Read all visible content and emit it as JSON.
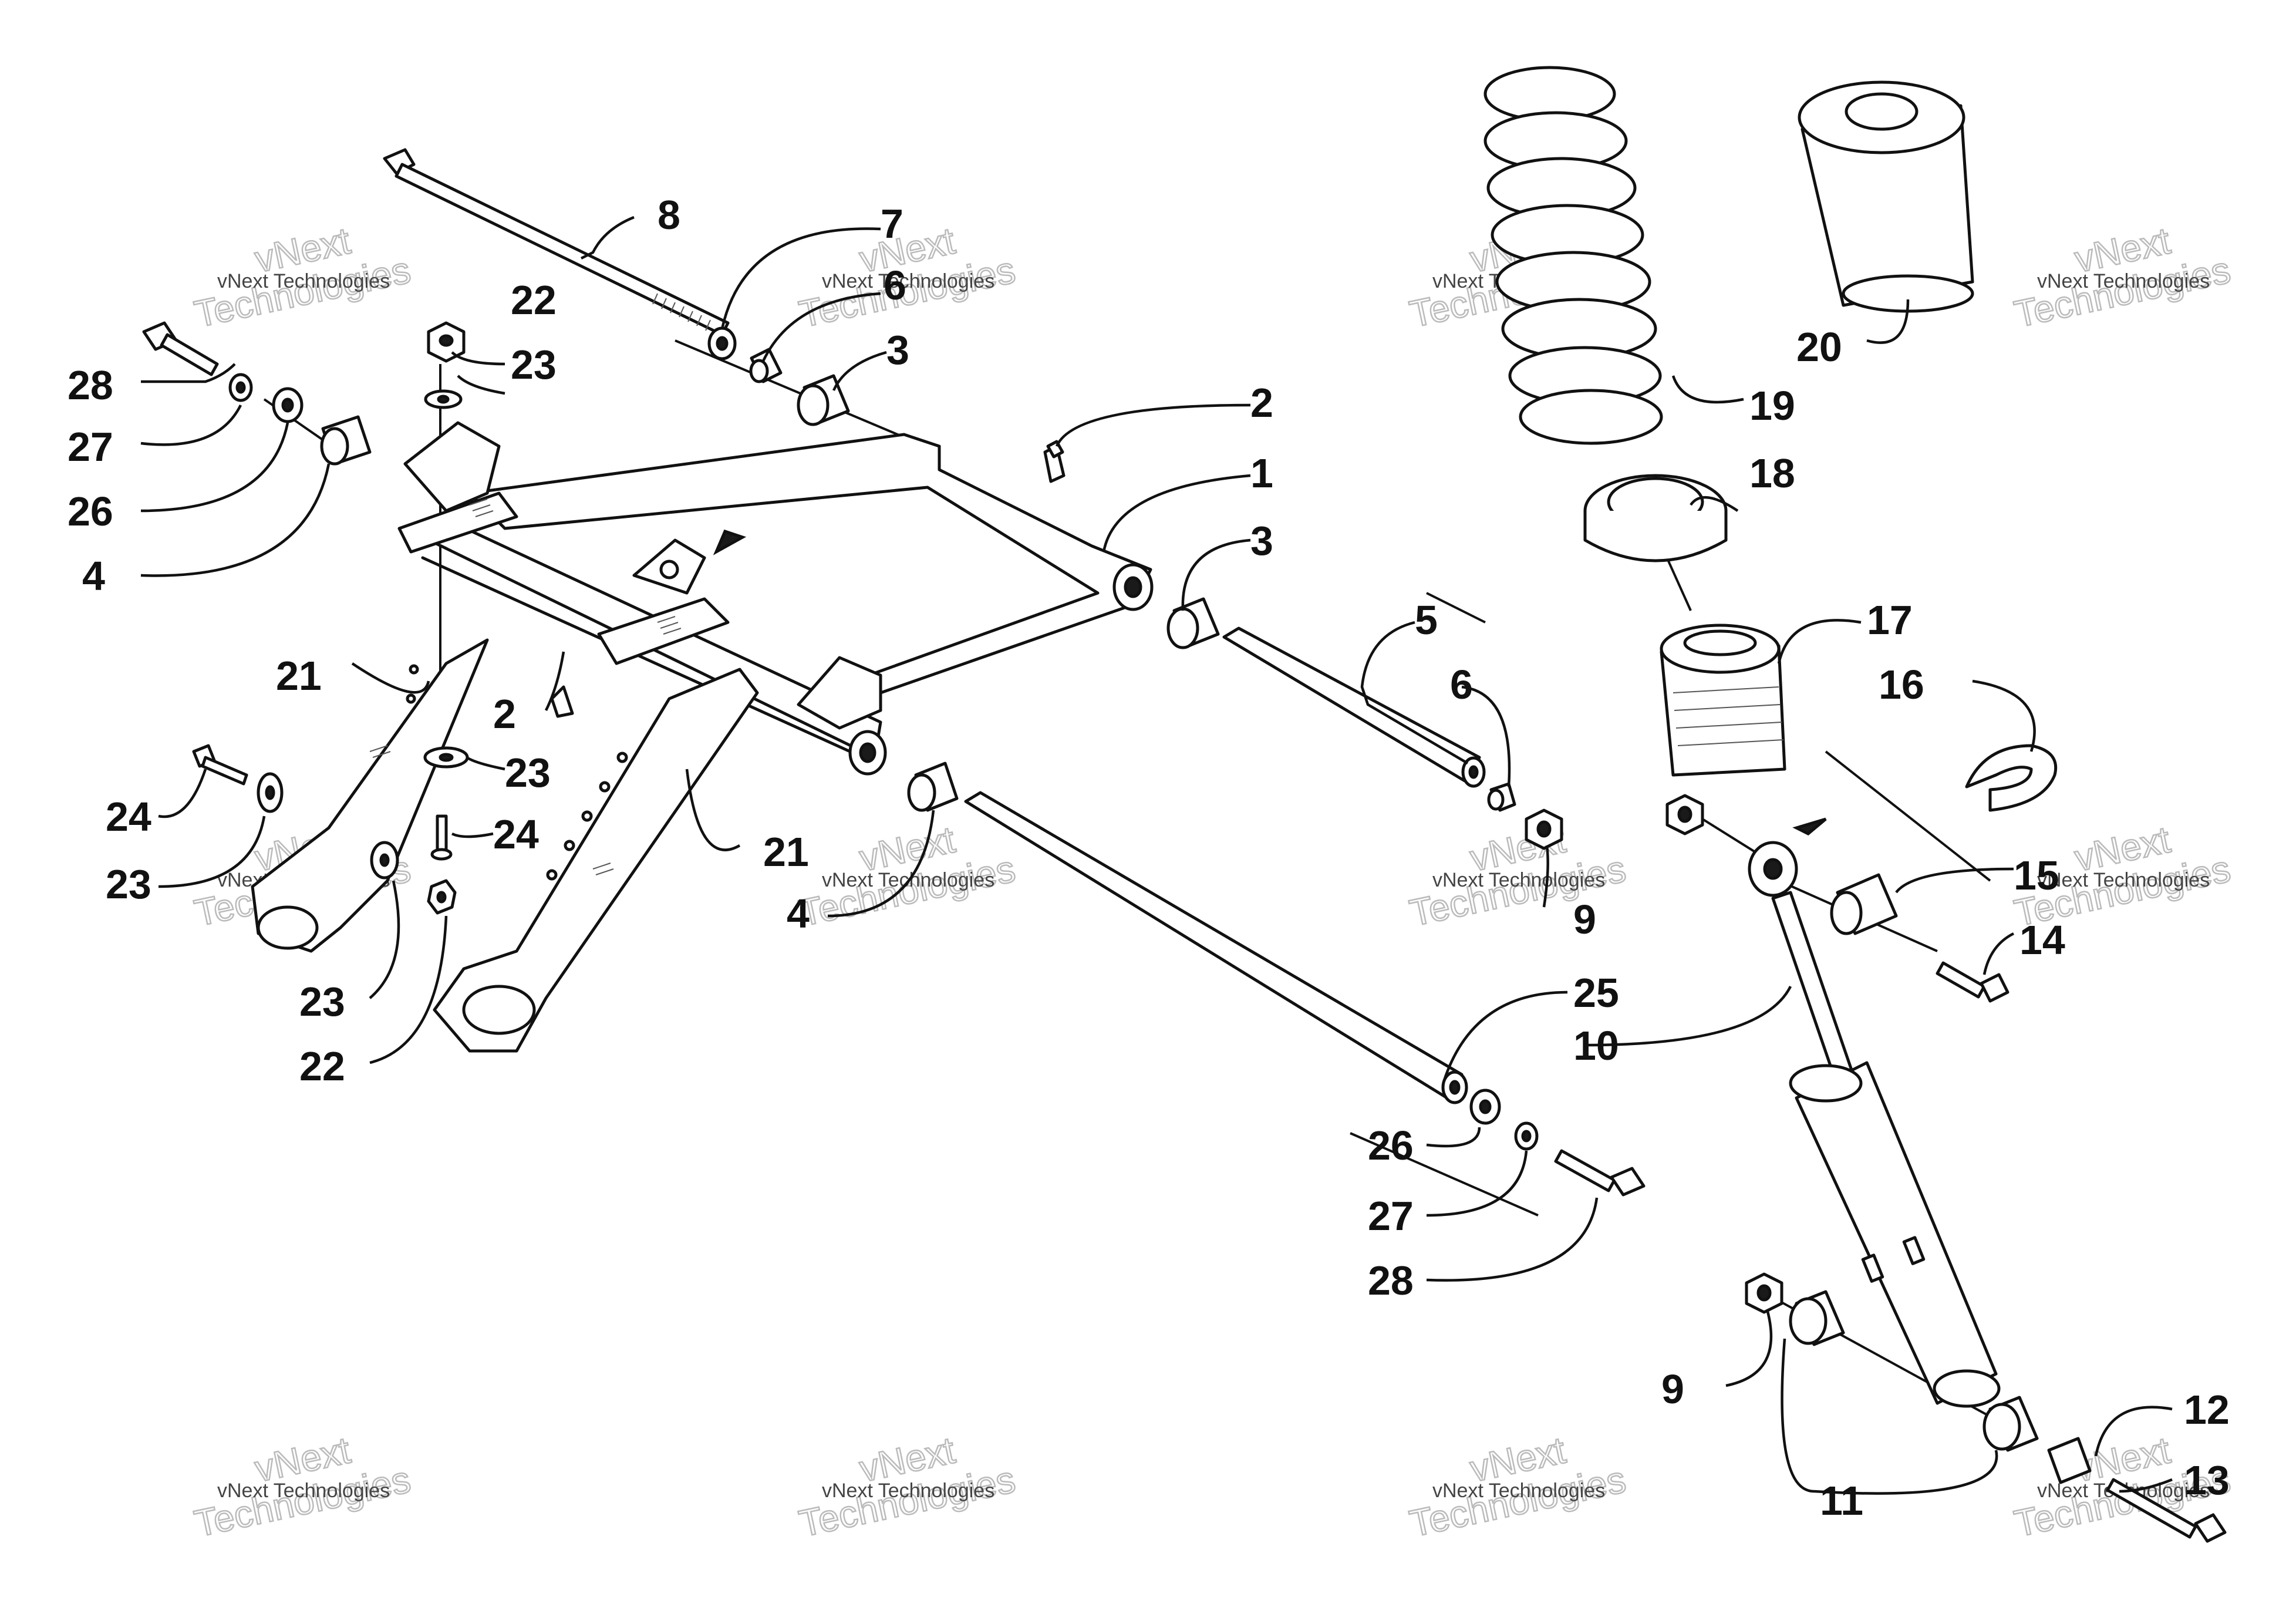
{
  "watermark": {
    "line1": "vNext",
    "line2": "Technologies",
    "small": "vNext Technologies"
  },
  "callouts": {
    "c1": "1",
    "c2a": "2",
    "c2b": "2",
    "c3a": "3",
    "c3b": "3",
    "c4a": "4",
    "c4b": "4",
    "c5": "5",
    "c6a": "6",
    "c6b": "6",
    "c7": "7",
    "c8": "8",
    "c9a": "9",
    "c9b": "9",
    "c10": "10",
    "c11": "11",
    "c12": "12",
    "c13": "13",
    "c14": "14",
    "c15": "15",
    "c16": "16",
    "c17": "17",
    "c18": "18",
    "c19": "19",
    "c20": "20",
    "c21a": "21",
    "c21b": "21",
    "c22a": "22",
    "c22b": "22",
    "c23a": "23",
    "c23b": "23",
    "c23c": "23",
    "c23d": "23",
    "c24a": "24",
    "c24b": "24",
    "c25": "25",
    "c26a": "26",
    "c26b": "26",
    "c27a": "27",
    "c27b": "27",
    "c28a": "28",
    "c28b": "28"
  }
}
